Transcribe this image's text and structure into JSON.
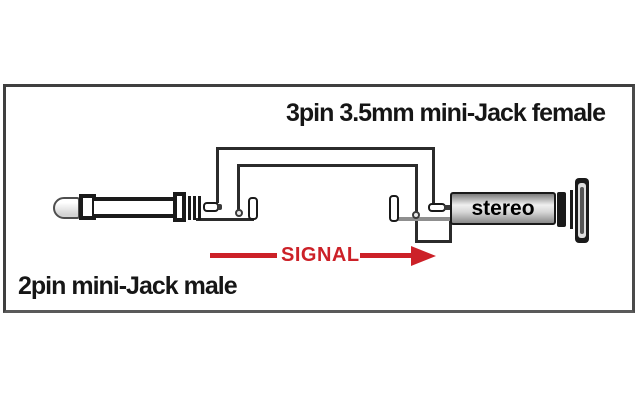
{
  "diagram": {
    "female_connector_label": "3pin 3.5mm mini-Jack female",
    "male_connector_label": "2pin mini-Jack male",
    "signal_label": "SIGNAL",
    "female_body_label": "stereo"
  },
  "colors": {
    "signal-red": "#cc2128",
    "wire": "#2b2b2b",
    "outline": "#1a1a1a",
    "frame": "#3f3f3f",
    "metal-dark": "#8f8f8f",
    "ink": "#161616"
  }
}
